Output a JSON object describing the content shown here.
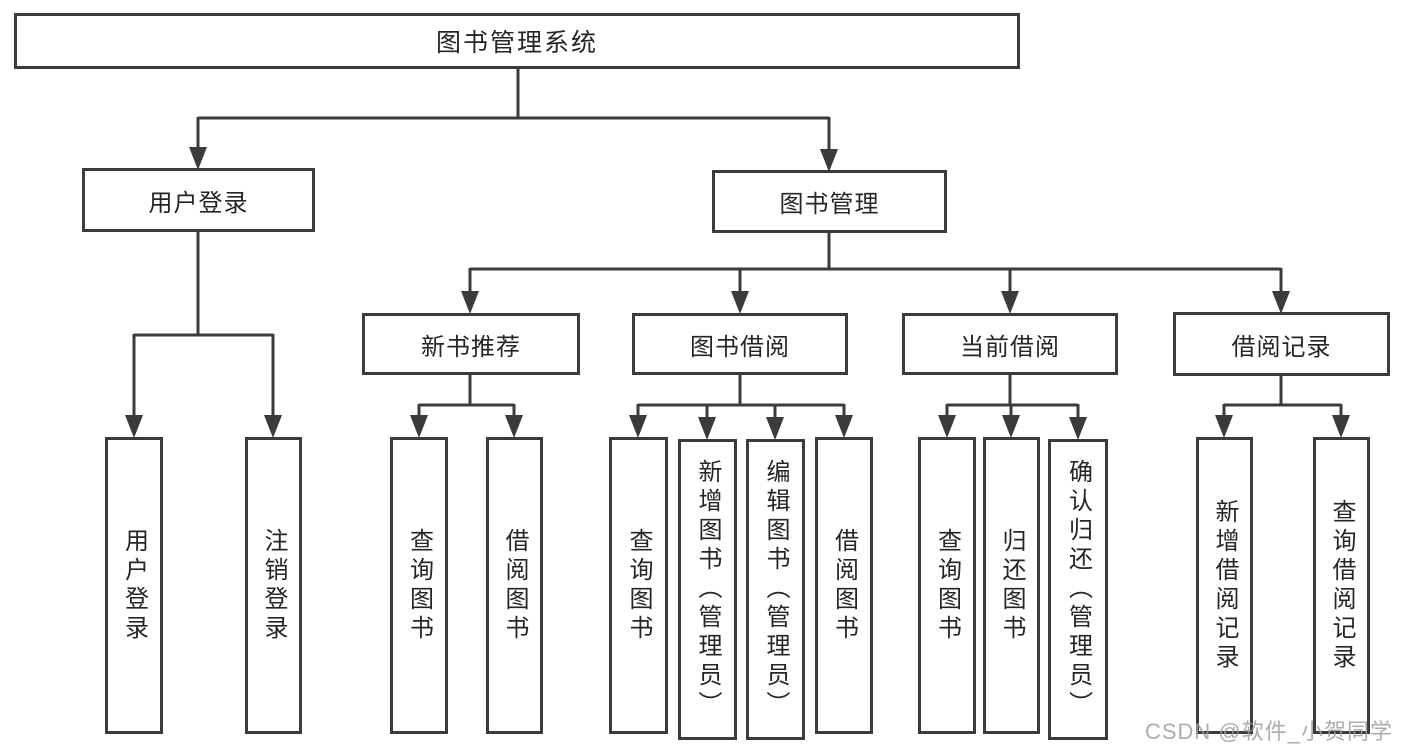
{
  "diagram": {
    "root": {
      "label": "图书管理系统"
    },
    "branches": [
      {
        "label": "用户登录",
        "children": [
          {
            "label": "用户登录"
          },
          {
            "label": "注销登录"
          }
        ]
      },
      {
        "label": "图书管理",
        "children": [
          {
            "label": "新书推荐",
            "children": [
              {
                "label": "查询图书"
              },
              {
                "label": "借阅图书"
              }
            ]
          },
          {
            "label": "图书借阅",
            "children": [
              {
                "label": "查询图书"
              },
              {
                "label": "新增图书（管理员）"
              },
              {
                "label": "编辑图书（管理员）"
              },
              {
                "label": "借阅图书"
              }
            ]
          },
          {
            "label": "当前借阅",
            "children": [
              {
                "label": "查询图书"
              },
              {
                "label": "归还图书"
              },
              {
                "label": "确认归还（管理员）"
              }
            ]
          },
          {
            "label": "借阅记录",
            "children": [
              {
                "label": "新增借阅记录"
              },
              {
                "label": "查询借阅记录"
              }
            ]
          }
        ]
      }
    ]
  },
  "watermark": {
    "text": "CSDN @软件_小贺同学"
  },
  "colors": {
    "line": "#3b3b3b",
    "text": "#262626",
    "watermark": "#9e9e9e",
    "background": "#ffffff"
  }
}
